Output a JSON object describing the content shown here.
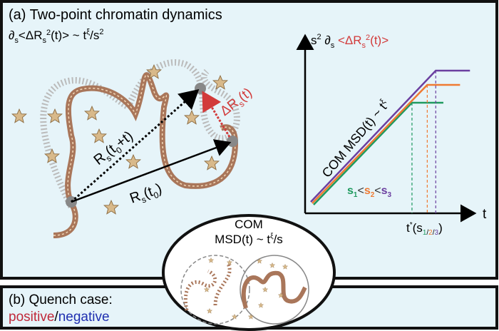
{
  "panel_a": {
    "title": "(a) Two-point chromatin dynamics",
    "equation": {
      "d": "∂",
      "sub_s": "s",
      "lt": "<ΔR",
      "sub_s2": "s",
      "sup2": "2",
      "rest": "(t)> ~ t",
      "xi": "ξ",
      "tail": "/s",
      "sup_tail": "2"
    },
    "labels": {
      "r_later": {
        "R": "R",
        "s": "s",
        "open": "(t",
        "zero": "0",
        "close": "+t)"
      },
      "r_initial": {
        "R": "R",
        "s": "s",
        "open": "(t",
        "zero": "0",
        "close": ")"
      },
      "delta_r": {
        "main": "ΔR",
        "s": "s",
        "close": "(t)"
      }
    }
  },
  "chart": {
    "ylabel": {
      "pre": "s",
      "sup": "2",
      "d": " ∂",
      "sub": "s",
      "red": " <ΔR",
      "red_sub": "s",
      "red_sup": "2",
      "red_tail": "(t)>"
    },
    "xlabel": "t",
    "slope_label": "COM MSD(t) ~ t",
    "slope_xi": "ξ",
    "legend": {
      "s1": "s",
      "i1": "1",
      "lt1": "<",
      "s2": "s",
      "i2": "2",
      "lt2": "<",
      "s3": "s",
      "i3": "3"
    },
    "tstar": {
      "t": "t",
      "star": "*",
      "open": "(s",
      "i1": "1",
      "sl1": "/",
      "i2": "2",
      "sl2": "/",
      "i3": "3",
      "close": ")"
    },
    "colors": {
      "s1": "#1f9a5f",
      "s2": "#ef7a32",
      "s3": "#6b3fa0",
      "red": "#d23a3a"
    }
  },
  "chart_data": {
    "type": "line",
    "title": "",
    "xlabel": "t",
    "ylabel": "s² ∂s <ΔRs²(t)>",
    "series": [
      {
        "name": "s1",
        "plateau_rel": 0.62,
        "tstar_rel": 0.63
      },
      {
        "name": "s2",
        "plateau_rel": 0.72,
        "tstar_rel": 0.72
      },
      {
        "name": "s3",
        "plateau_rel": 0.8,
        "tstar_rel": 0.77
      }
    ]
  },
  "inset": {
    "line1": "COM",
    "line2": "MSD(t) ~ t",
    "xi": "ξ",
    "tail": "/s"
  },
  "panel_b": {
    "title": "(b) Quench case:",
    "positive": "positive",
    "slash": "/",
    "negative": "negative"
  }
}
